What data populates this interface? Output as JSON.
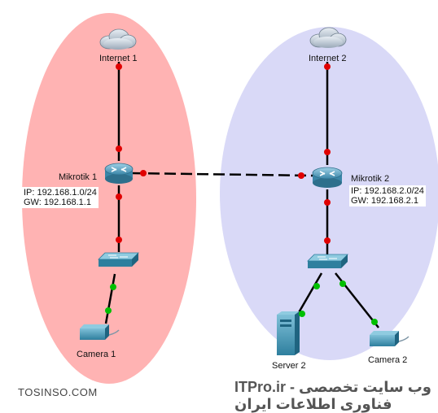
{
  "colors": {
    "zone1": "#ffb3b3",
    "zone2": "#d9d9f7",
    "link": "#000000",
    "port_down": "#e00000",
    "port_up": "#00c000"
  },
  "labels": {
    "internet1": "Internet 1",
    "internet2": "Internet 2",
    "mikrotik1": "Mikrotik 1",
    "mikrotik2": "Mikrotik 2",
    "camera1": "Camera 1",
    "camera2": "Camera 2",
    "server2": "Server 2"
  },
  "ip": {
    "m1_ip": "IP: 192.168.1.0/24",
    "m1_gw": "GW: 192.168.1.1",
    "m2_ip": "IP: 192.168.2.0/24",
    "m2_gw": "GW: 192.168.2.1"
  },
  "icons": {
    "cloud": "cloud-icon",
    "router": "router-icon",
    "switch": "switch-icon",
    "camera": "camera-icon",
    "server": "server-icon"
  },
  "footer": {
    "left": "TOSINSO.COM",
    "right": "ITPro.ir - وب سایت تخصصی فناوری اطلاعات ایران"
  }
}
